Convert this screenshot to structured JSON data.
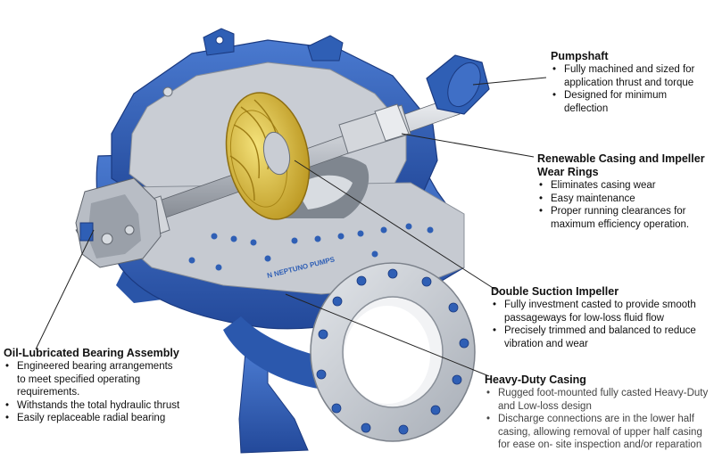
{
  "brand_text": "N NEPTUNO PUMPS",
  "colors": {
    "casing_blue": "#2f5fb5",
    "casing_dark": "#1f3f87",
    "cut_face": "#c9cdd4",
    "impeller_gold": "#d9b82e",
    "shaft_steel": "#b8bcc4",
    "leader": "#222222"
  },
  "callouts": {
    "pumpshaft": {
      "title": "Pumpshaft",
      "items": [
        "Fully machined and sized for application thrust and torque",
        "Designed for minimum deflection"
      ]
    },
    "wear_rings": {
      "title": "Renewable Casing and Impeller Wear Rings",
      "items": [
        "Eliminates casing wear",
        "Easy maintenance",
        "Proper running clearances for maximum efficiency operation."
      ]
    },
    "impeller": {
      "title": "Double Suction Impeller",
      "items": [
        "Fully investment casted to provide smooth passageways for low-loss fluid flow",
        "Precisely trimmed and balanced to reduce vibration and wear"
      ]
    },
    "casing": {
      "title": "Heavy-Duty Casing",
      "items": [
        "Rugged foot-mounted fully casted Heavy-Duty and Low-loss design",
        "Discharge connections are in the lower half casing, allowing removal of upper half casing for ease on- site inspection and/or reparation"
      ]
    },
    "bearing": {
      "title": "Oil-Lubricated Bearing Assembly",
      "items": [
        "Engineered bearing arrangements to meet specified operating requirements.",
        "Withstands the total hydraulic thrust",
        "Easily replaceable radial bearing"
      ]
    }
  }
}
